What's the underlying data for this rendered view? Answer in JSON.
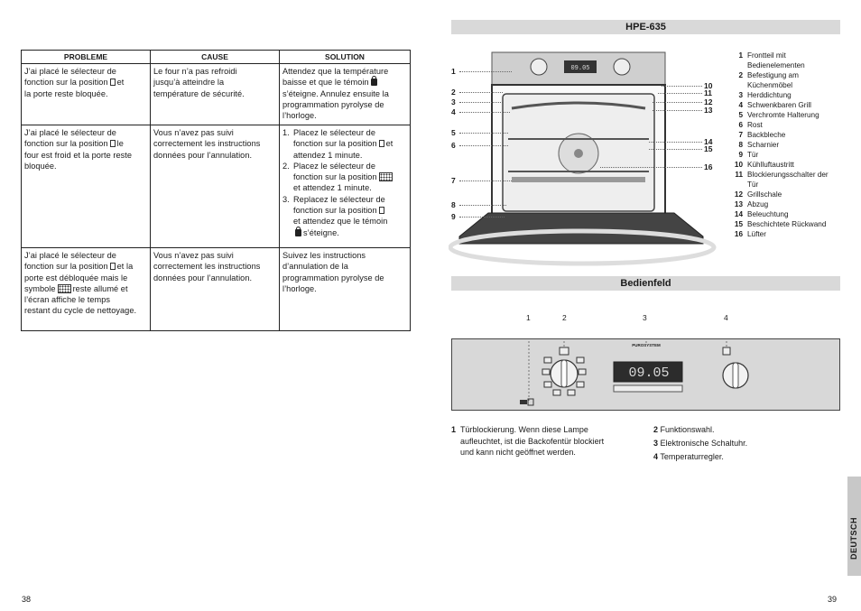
{
  "left_page": {
    "table": {
      "headers": [
        "PROBLEME",
        "CAUSE",
        "SOLUTION"
      ],
      "row1": {
        "probleme": [
          "J’ai placé le sélecteur de",
          "fonction sur la position",
          "et",
          "la porte reste bloquée."
        ],
        "cause": [
          "Le four n’a pas refroidi",
          "jusqu’à atteindre la",
          "température de sécurité."
        ],
        "solution": [
          "Attendez que la température",
          "baisse et que le témoin",
          "s’éteigne. Annulez ensuite la",
          "programmation pyrolyse de",
          "l’horloge."
        ]
      },
      "row2": {
        "probleme": [
          "J’ai placé le sélecteur de",
          "fonction sur la position",
          "le",
          "four est froid et la porte reste",
          "bloquée."
        ],
        "cause": [
          "Vous n’avez pas suivi",
          "correctement les instructions",
          "données pour l’annulation."
        ],
        "steps": [
          {
            "n": "1.",
            "lines": [
              "Placez le sélecteur de",
              "fonction sur la position",
              "et",
              "attendez 1 minute."
            ]
          },
          {
            "n": "2.",
            "lines": [
              "Placez le sélecteur de",
              "fonction sur la position",
              "et attendez 1 minute."
            ]
          },
          {
            "n": "3.",
            "lines": [
              "Replacez le sélecteur de",
              "fonction sur la position",
              "et attendez que le témoin",
              "s’éteigne."
            ]
          }
        ]
      },
      "row3": {
        "probleme": [
          "J’ai placé le sélecteur de",
          "fonction sur la position",
          "et la",
          "porte est débloquée mais le",
          "symbole",
          "reste allumé et",
          "l’écran affiche le temps",
          "restant du cycle de nettoyage."
        ],
        "cause": [
          "Vous n’avez pas suivi",
          "correctement les instructions",
          "données pour l’annulation."
        ],
        "solution": [
          "Suivez les instructions",
          "d’annulation de la",
          "programmation pyrolyse de",
          "l’horloge."
        ]
      }
    },
    "page_number": "38"
  },
  "right_page": {
    "model_title": "HPE-635",
    "oven_callouts_left": [
      "1",
      "2",
      "3",
      "4",
      "5",
      "6",
      "7",
      "8",
      "9"
    ],
    "oven_callouts_right": [
      "10",
      "11",
      "12",
      "13",
      "14",
      "15",
      "16"
    ],
    "display_time": "09.05",
    "parts": [
      {
        "n": "1",
        "label": [
          "Frontteil mit",
          "Bedienelementen"
        ]
      },
      {
        "n": "2",
        "label": [
          "Befestigung am",
          "Küchenmöbel"
        ]
      },
      {
        "n": "3",
        "label": [
          "Herddichtung"
        ]
      },
      {
        "n": "4",
        "label": [
          "Schwenkbaren Grill"
        ]
      },
      {
        "n": "5",
        "label": [
          "Verchromte Halterung"
        ]
      },
      {
        "n": "6",
        "label": [
          "Rost"
        ]
      },
      {
        "n": "7",
        "label": [
          "Backbleche"
        ]
      },
      {
        "n": "8",
        "label": [
          "Scharnier"
        ]
      },
      {
        "n": "9",
        "label": [
          "Tür"
        ]
      },
      {
        "n": "10",
        "label": [
          "Kühlluftaustritt"
        ]
      },
      {
        "n": "11",
        "label": [
          "Blockierungsschalter der",
          "Tür"
        ]
      },
      {
        "n": "12",
        "label": [
          "Grillschale"
        ]
      },
      {
        "n": "13",
        "label": [
          "Abzug"
        ]
      },
      {
        "n": "14",
        "label": [
          "Beleuchtung"
        ]
      },
      {
        "n": "15",
        "label": [
          "Beschichtete Rückwand"
        ]
      },
      {
        "n": "16",
        "label": [
          "Lüfter"
        ]
      }
    ],
    "panel_title": "Bedienfeld",
    "panel_callouts": [
      "1",
      "2",
      "3",
      "4"
    ],
    "panel_brand": "PUROSYSTEM",
    "panel_display": "09.05",
    "desc_left": {
      "n": "1",
      "lines": [
        "Türblockierung. Wenn diese Lampe",
        "aufleuchtet, ist die Backofentür blockiert",
        "und kann nicht geöffnet werden."
      ]
    },
    "desc_right": [
      {
        "n": "2",
        "text": "Funktionswahl."
      },
      {
        "n": "3",
        "text": "Elektronische Schaltuhr."
      },
      {
        "n": "4",
        "text": "Temperaturregler."
      }
    ],
    "side_tab": "DEUTSCH",
    "page_number": "39"
  }
}
